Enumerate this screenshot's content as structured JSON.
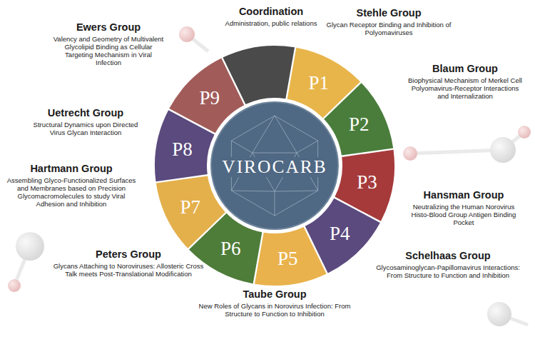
{
  "diagram": {
    "nodes": [
      {
        "text": [
          "VIROCARB"
        ]
      },
      {
        "text": [
          "P1"
        ]
      },
      {
        "text": [
          "P2"
        ]
      },
      {
        "text": [
          "P3"
        ]
      },
      {
        "text": [
          "P4"
        ]
      },
      {
        "text": [
          "P5"
        ]
      },
      {
        "text": [
          "P6"
        ]
      },
      {
        "text": [
          "P7"
        ]
      },
      {
        "text": [
          "P8"
        ]
      },
      {
        "text": [
          "P9"
        ]
      }
    ],
    "labels": [
      "Coordination",
      "Administration, public relations",
      "Stehle Group",
      "Glycan Receptor Binding and Inhibition of Polyomaviruses",
      "Blaum Group",
      "Biophysical Mechanism of Merkel Cell Polyomavirus-Receptor Interactions and Internalization",
      "Hansman Group",
      "Neutralizing the Human Norovirus Histo-Blood Group Antigen Binding Pocket",
      "Schelhaas Group",
      "Glycosaminoglycan-Papillomavirus Interactions: From Structure to Function and Inhibition",
      "Taube Group",
      "New Roles of Glycans in Norovirus Infection: From Structure to Function to Inhibition",
      "Peters Group",
      "Glycans Attaching to Noroviruses: Allosteric Cross Talk meets Post-Translational Modification",
      "Hartmann Group",
      "Assembling Glyco-Functionalized Surfaces and Membranes based on Precision Glycomacromolecules to study Viral Adhesion and Inhibition",
      "Uetrecht Group",
      "Structural Dynamics upon Directed Virus Glycan Interaction",
      "Ewers Group",
      "Valency and Geometry of Multivalent Glycolipid Binding as Cellular Targeting Mechanism in Viral Infection"
    ]
  }
}
